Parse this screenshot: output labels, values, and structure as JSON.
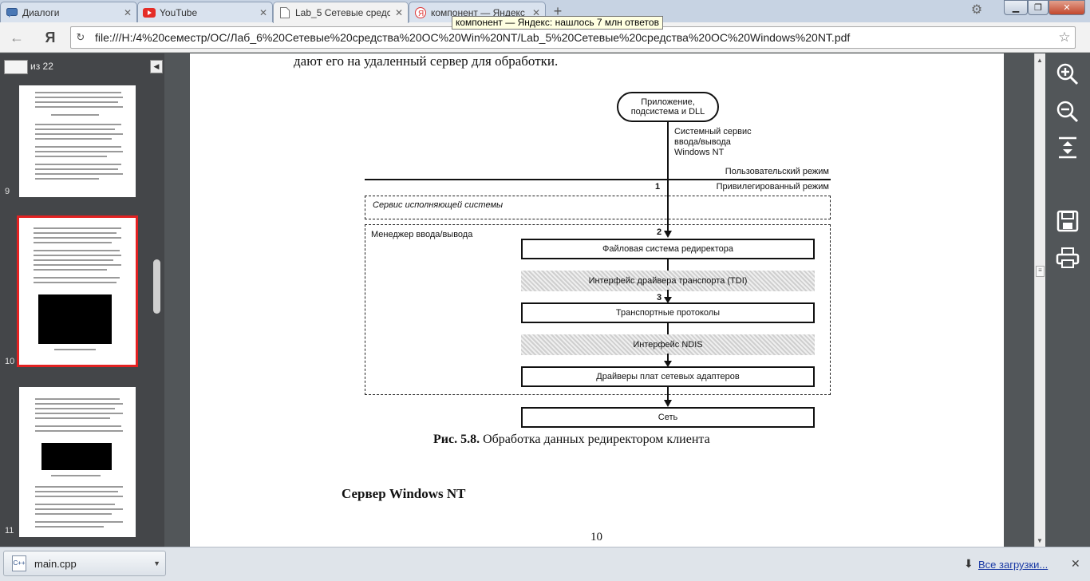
{
  "tabs": [
    {
      "label": "Диалоги",
      "icon": "chat-icon"
    },
    {
      "label": "YouTube",
      "icon": "youtube-icon"
    },
    {
      "label": "Lab_5 Сетевые средст",
      "icon": "document-icon",
      "active": true
    },
    {
      "label": "компонент — Яндекс",
      "icon": "yandex-icon"
    }
  ],
  "tooltip": "компонент — Яндекс: нашлось 7 млн ответов",
  "toolbar": {
    "home_label": "Я",
    "url": "file:///H:/4%20семестр/ОС/Лаб_6%20Сетевые%20средства%20ОС%20Win%20NT/Lab_5%20Сетевые%20средства%20ОС%20Windows%20NT.pdf"
  },
  "sidebar": {
    "page_of": "из 22",
    "thumbnails": [
      {
        "page": "9"
      },
      {
        "page": "10",
        "selected": true
      },
      {
        "page": "11"
      }
    ]
  },
  "document": {
    "top_line": "дают его на удаленный сервер для обработки.",
    "figure": {
      "app_box": "Приложение, подсистема и DLL",
      "service_label": "Системный сервис ввода/вывода Windows NT",
      "user_mode": "Пользовательский режим",
      "kernel_mode": "Привилегированный режим",
      "executive_services": "Сервис исполняющей системы",
      "io_manager": "Менеджер ввода/вывода",
      "markers": [
        "1",
        "2",
        "3"
      ],
      "boxes": [
        "Файловая система редиректора",
        "Интерфейс драйвера транспорта (TDI)",
        "Транспортные протоколы",
        "Интерфейс NDIS",
        "Драйверы плат сетевых адаптеров",
        "Сеть"
      ]
    },
    "caption_bold": "Рис. 5.8.",
    "caption_text": "Обработка данных редиректором клиента",
    "heading": "Сервер Windows NT",
    "page_number": "10"
  },
  "downloads": {
    "file": "main.cpp",
    "show_all": "Все загрузки..."
  }
}
